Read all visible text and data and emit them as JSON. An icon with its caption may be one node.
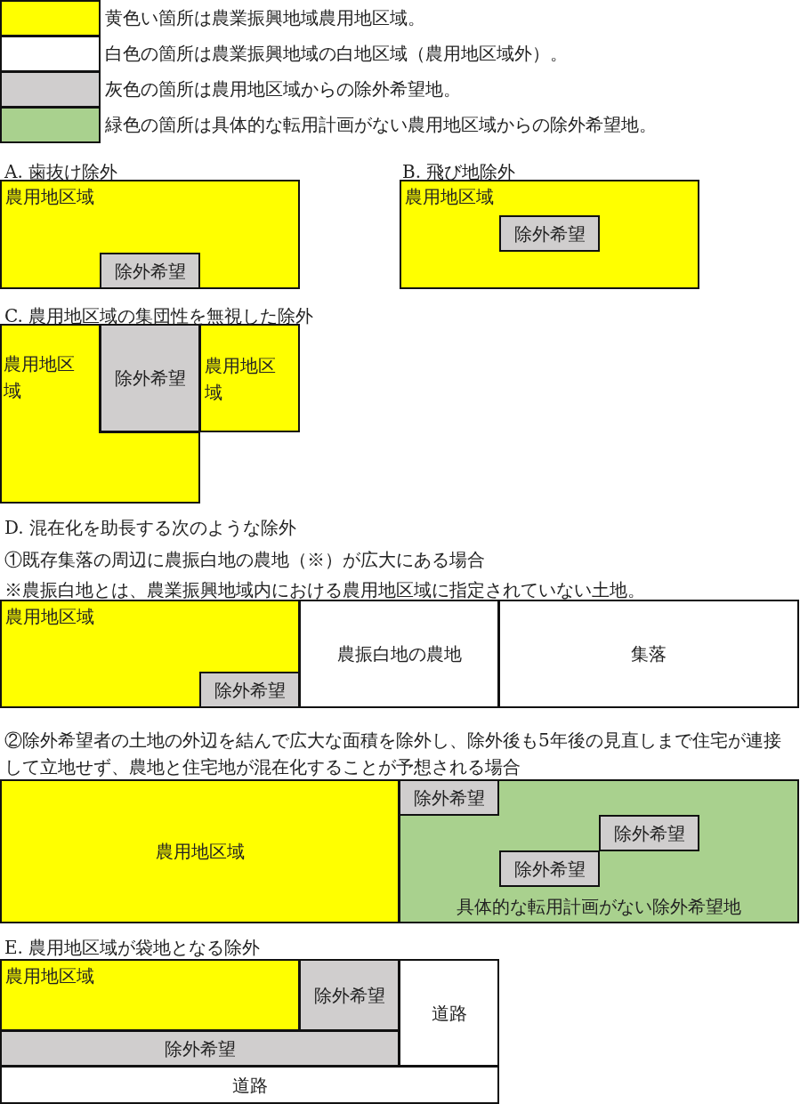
{
  "diagram": {
    "nodes": [
      {
        "text": [
          "農用地区域"
        ]
      },
      {
        "text": [
          "除外希望"
        ],
        "in": 0
      },
      {
        "text": [
          "農用地区域"
        ]
      },
      {
        "text": [
          "除外希望"
        ],
        "in": 2
      },
      {
        "text": [
          "農用地区域"
        ]
      },
      {
        "text": [
          "除外希望"
        ]
      },
      {
        "text": [
          "農用地区域"
        ]
      },
      {
        "text": [
          "農用地区域"
        ]
      },
      {
        "text": [
          "除外希望"
        ],
        "in": 7
      },
      {
        "text": [
          "農振白地の農地"
        ]
      },
      {
        "text": [
          "集落"
        ]
      },
      {
        "text": [
          "農用地区域"
        ]
      },
      {
        "text": [
          "具体的な転用計画がない除外希望地"
        ]
      },
      {
        "text": [
          "除外希望"
        ],
        "in": 12
      },
      {
        "text": [
          "除外希望"
        ],
        "in": 12
      },
      {
        "text": [
          "除外希望"
        ],
        "in": 12
      },
      {
        "text": [
          "農用地区域"
        ]
      },
      {
        "text": [
          "除外希望"
        ]
      },
      {
        "text": [
          "除外希望"
        ]
      },
      {
        "text": [
          "道路"
        ]
      },
      {
        "text": [
          "道路"
        ]
      }
    ],
    "edges": [],
    "labels": [
      "A. 歯抜け除外",
      "B. 飛び地除外",
      "C. 農用地区域の集団性を無視した除外",
      "D. 混在化を助長する次のような除外",
      "①既存集落の周辺に農振白地の農地（※）が広大にある場合",
      "※農振白地とは、農業振興地域内における農用地区域に指定されていない土地。",
      "②除外希望者の土地の外辺を結んで広大な面積を除外し、除外後も5年後の見直しまで住宅が連接して立地せず、農地と住宅地が混在化することが予想される場合",
      "E. 農用地区域が袋地となる除外"
    ],
    "legend": [
      {
        "text": "黄色い箇所は農業振興地域農用地区域。",
        "color": "#ffff00"
      },
      {
        "text": "白色の箇所は農業振興地域の白地区域（農用地区域外）。",
        "color": "#ffffff"
      },
      {
        "text": "灰色の箇所は農用地区域からの除外希望地。",
        "color": "#d0cece"
      },
      {
        "text": "緑色の箇所は具体的な転用計画がない農用地区域からの除外希望地。",
        "color": "#a9d18e"
      }
    ]
  }
}
